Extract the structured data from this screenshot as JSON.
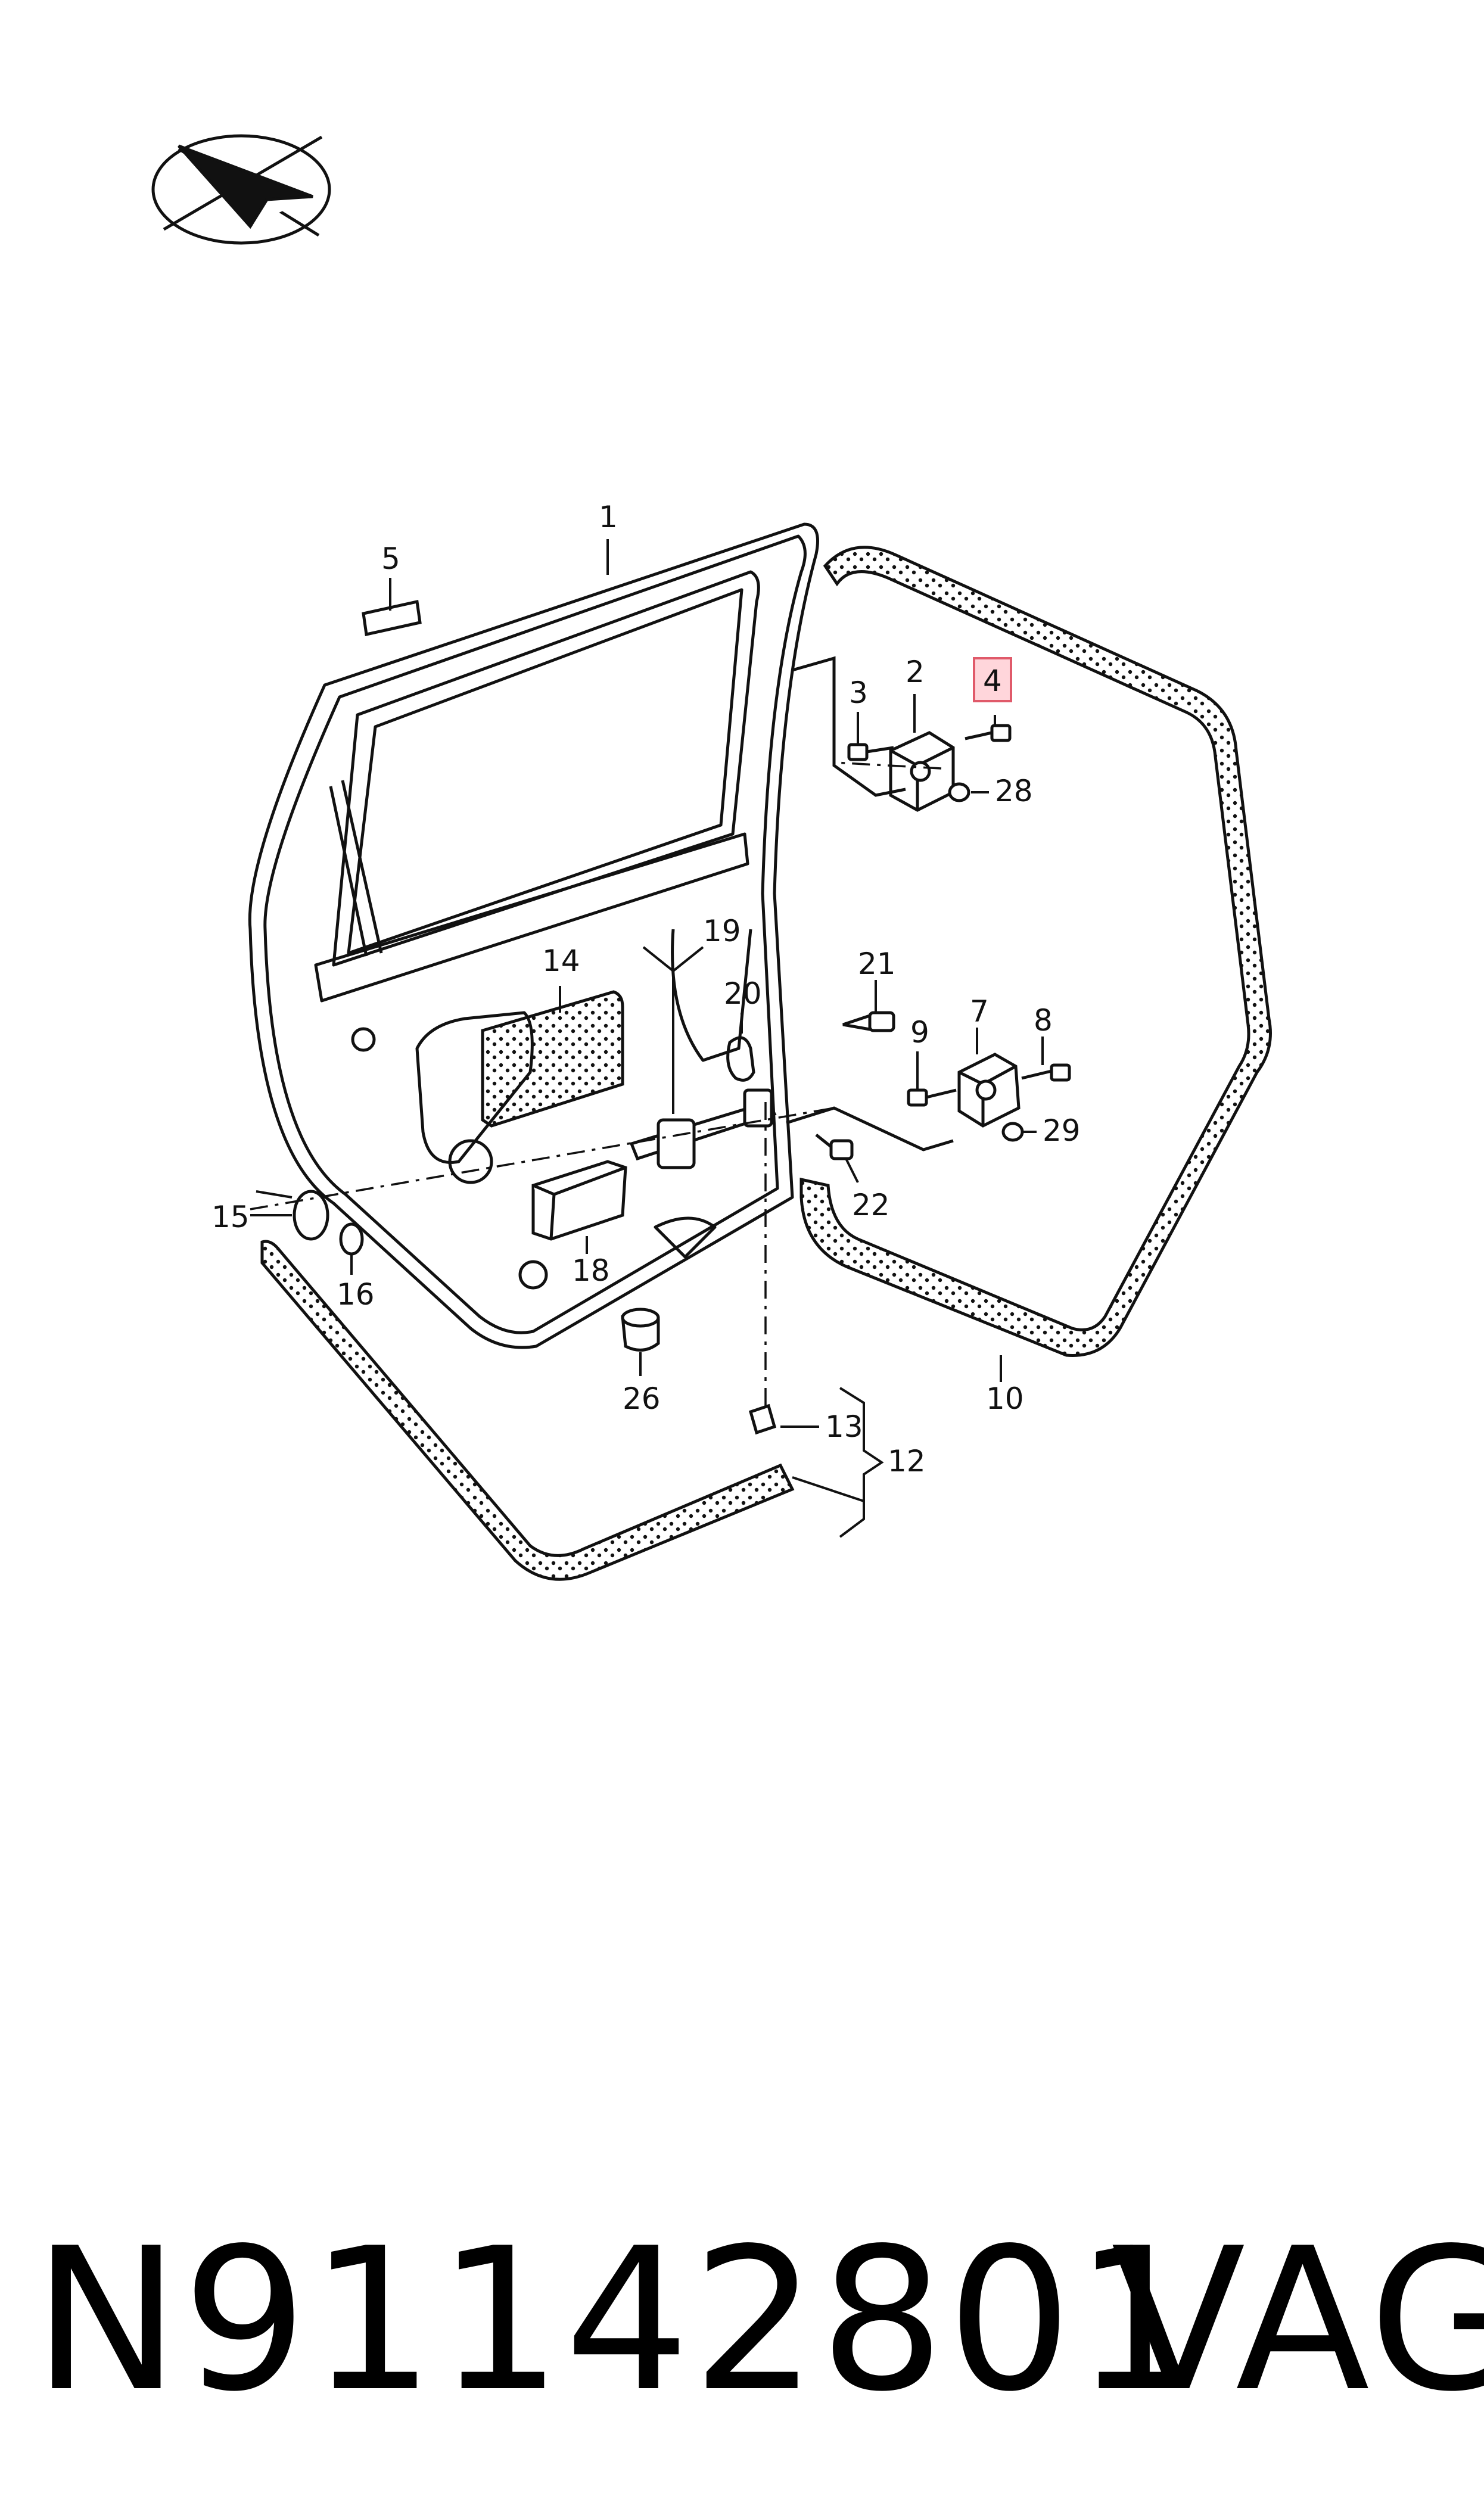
{
  "callouts": [
    "1",
    "2",
    "3",
    "4",
    "5",
    "7",
    "8",
    "9",
    "10",
    "12",
    "13",
    "14",
    "15",
    "16",
    "18",
    "19",
    "20",
    "21",
    "22",
    "26",
    "28",
    "29"
  ],
  "highlighted_callout": "4",
  "highlight_color": "#e05a6a",
  "footer": {
    "part_number": "N91142801",
    "brand": "VAG"
  },
  "icons": [
    "orientation-arrow-icon"
  ]
}
